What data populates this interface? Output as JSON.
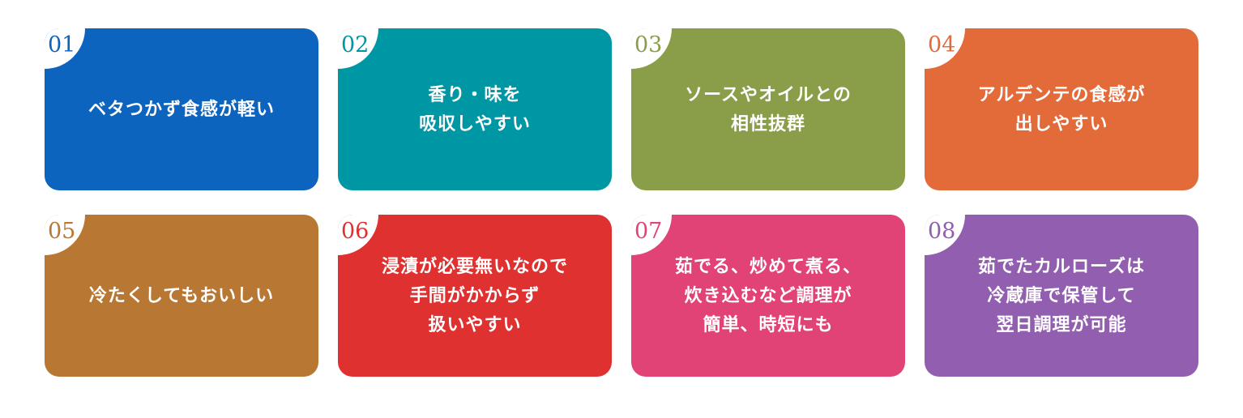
{
  "cards": [
    {
      "number": "01",
      "text": "ベタつかず食感が軽い",
      "color": "#0d64be"
    },
    {
      "number": "02",
      "text": "香り・味を\n吸収しやすい",
      "color": "#0097a4"
    },
    {
      "number": "03",
      "text": "ソースやオイルとの\n相性抜群",
      "color": "#8a9d48"
    },
    {
      "number": "04",
      "text": "アルデンテの食感が\n出しやすい",
      "color": "#e36a39"
    },
    {
      "number": "05",
      "text": "冷たくしてもおいしい",
      "color": "#b87833"
    },
    {
      "number": "06",
      "text": "浸漬が必要無いなので\n手間がかからず\n扱いやすい",
      "color": "#e03131"
    },
    {
      "number": "07",
      "text": "茹でる、炒めて煮る、\n炊き込むなど調理が\n簡単、時短にも",
      "color": "#e14377"
    },
    {
      "number": "08",
      "text": "茹でたカルローズは\n冷蔵庫で保管して\n翌日調理が可能",
      "color": "#925eaf"
    }
  ]
}
